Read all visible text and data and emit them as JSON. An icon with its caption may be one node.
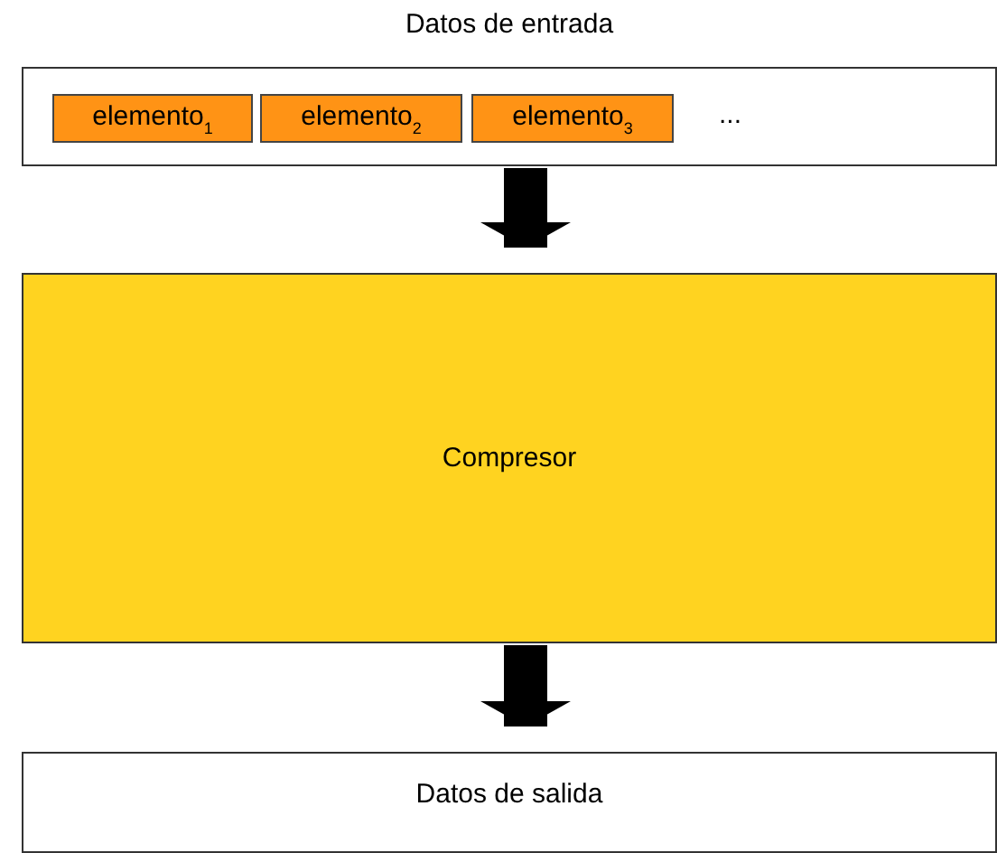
{
  "diagram": {
    "nodes": [
      {
        "text": [
          "Datos de entrada"
        ]
      },
      {
        "text": [
          "elemento$_{1}$"
        ],
        "in": 0
      },
      {
        "text": [
          "elemento$_{2}$"
        ],
        "in": 0
      },
      {
        "text": [
          "elemento$_{3}$"
        ],
        "in": 0
      },
      {
        "text": [
          "Compresor"
        ]
      },
      {
        "text": [
          "Datos de salida"
        ]
      }
    ],
    "edges": [
      {
        "from": 0,
        "to": 4,
        "arrow": "to"
      },
      {
        "from": 4,
        "to": 5,
        "arrow": "to"
      }
    ],
    "labels": [
      "..."
    ]
  }
}
